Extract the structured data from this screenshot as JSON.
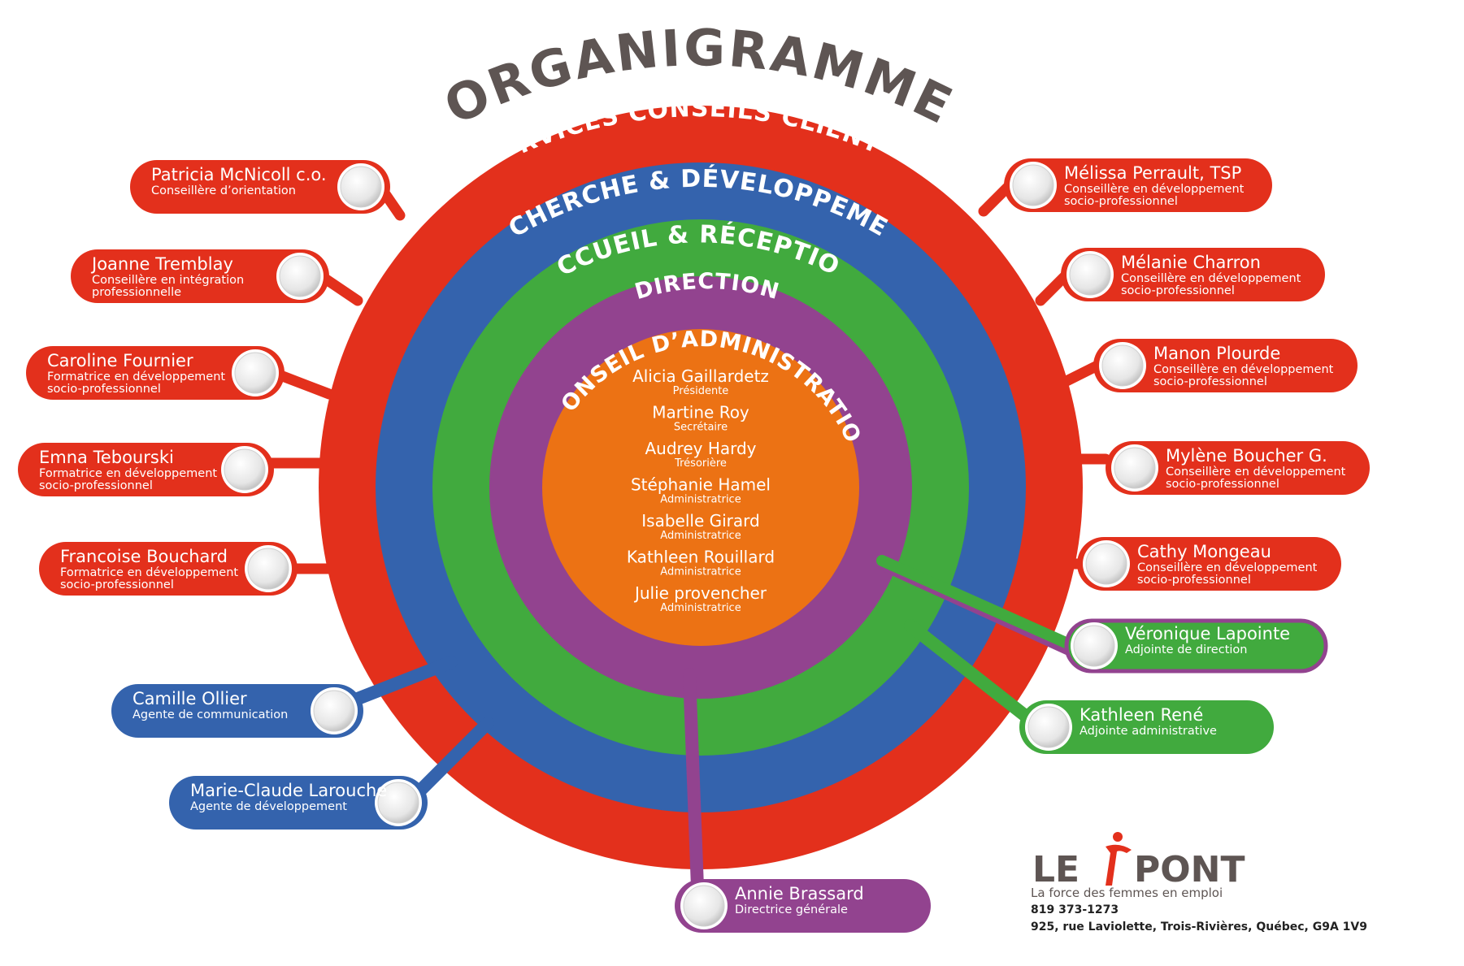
{
  "title": "ORGANIGRAMME",
  "colors": {
    "red": "#e3301c",
    "blue": "#3463ad",
    "green": "#41aa3e",
    "purple": "#92438f",
    "orange": "#ec7214",
    "title_gray": "#5e5553"
  },
  "rings": {
    "services": "SERVICES CONSEILS CLIENTES",
    "recherche": "RECHERCHE & DÉVELOPPEMENT",
    "accueil": "ACCUEIL & RÉCEPTION",
    "direction": "DIRECTION",
    "conseil": "CONSEIL D’ADMINISTRATION"
  },
  "board": [
    {
      "name": "Alicia Gaillardetz",
      "role": "Présidente"
    },
    {
      "name": "Martine Roy",
      "role": "Secrétaire"
    },
    {
      "name": "Audrey Hardy",
      "role": "Trésorière"
    },
    {
      "name": "Stéphanie Hamel",
      "role": "Administratrice"
    },
    {
      "name": "Isabelle Girard",
      "role": "Administratrice"
    },
    {
      "name": "Kathleen Rouillard",
      "role": "Administratrice"
    },
    {
      "name": "Julie provencher",
      "role": "Administratrice"
    }
  ],
  "staff_left": [
    {
      "name": "Patricia McNicoll c.o.",
      "role": [
        "Conseillère d’orientation"
      ],
      "icon": "avatar-icon"
    },
    {
      "name": "Joanne Tremblay",
      "role": [
        "Conseillère en intégration",
        "professionnelle"
      ],
      "icon": "avatar-icon"
    },
    {
      "name": "Caroline Fournier",
      "role": [
        "Formatrice en développement",
        "socio-professionnel"
      ],
      "icon": "avatar-icon"
    },
    {
      "name": "Emna Tebourski",
      "role": [
        "Formatrice en développement",
        "socio-professionnel"
      ],
      "icon": "avatar-icon"
    },
    {
      "name": "Francoise Bouchard",
      "role": [
        "Formatrice en développement",
        "socio-professionnel"
      ],
      "icon": "avatar-icon"
    },
    {
      "name": "Camille Ollier",
      "role": [
        "Agente de communication"
      ],
      "icon": "avatar-icon"
    },
    {
      "name": "Marie-Claude Larouche",
      "role": [
        "Agente de développement"
      ],
      "icon": "avatar-icon"
    }
  ],
  "staff_right": [
    {
      "name": "Mélissa Perrault, TSP",
      "role": [
        "Conseillère en développement",
        "socio-professionnel"
      ],
      "icon": "avatar-icon"
    },
    {
      "name": "Mélanie Charron",
      "role": [
        "Conseillère en développement",
        "socio-professionnel"
      ],
      "icon": "avatar-icon"
    },
    {
      "name": "Manon Plourde",
      "role": [
        "Conseillère en développement",
        "socio-professionnel"
      ],
      "icon": "avatar-icon"
    },
    {
      "name": "Mylène Boucher G.",
      "role": [
        "Conseillère en développement",
        "socio-professionnel"
      ],
      "icon": "avatar-icon"
    },
    {
      "name": "Cathy Mongeau",
      "role": [
        "Conseillère en développement",
        "socio-professionnel"
      ],
      "icon": "avatar-icon"
    },
    {
      "name": "Véronique Lapointe",
      "role": [
        "Adjointe de direction"
      ],
      "icon": "avatar-icon"
    },
    {
      "name": "Kathleen René",
      "role": [
        "Adjointe administrative"
      ],
      "icon": "avatar-icon"
    }
  ],
  "staff_bottom": {
    "name": "Annie Brassard",
    "role": [
      "Directrice générale"
    ],
    "icon": "avatar-icon"
  },
  "logo": {
    "le": "LE",
    "pont": "PONT",
    "tagline": "La force des femmes en emploi",
    "phone": "819 373-1273",
    "address": "925, rue Laviolette, Trois-Rivières, Québec, G9A 1V9"
  }
}
